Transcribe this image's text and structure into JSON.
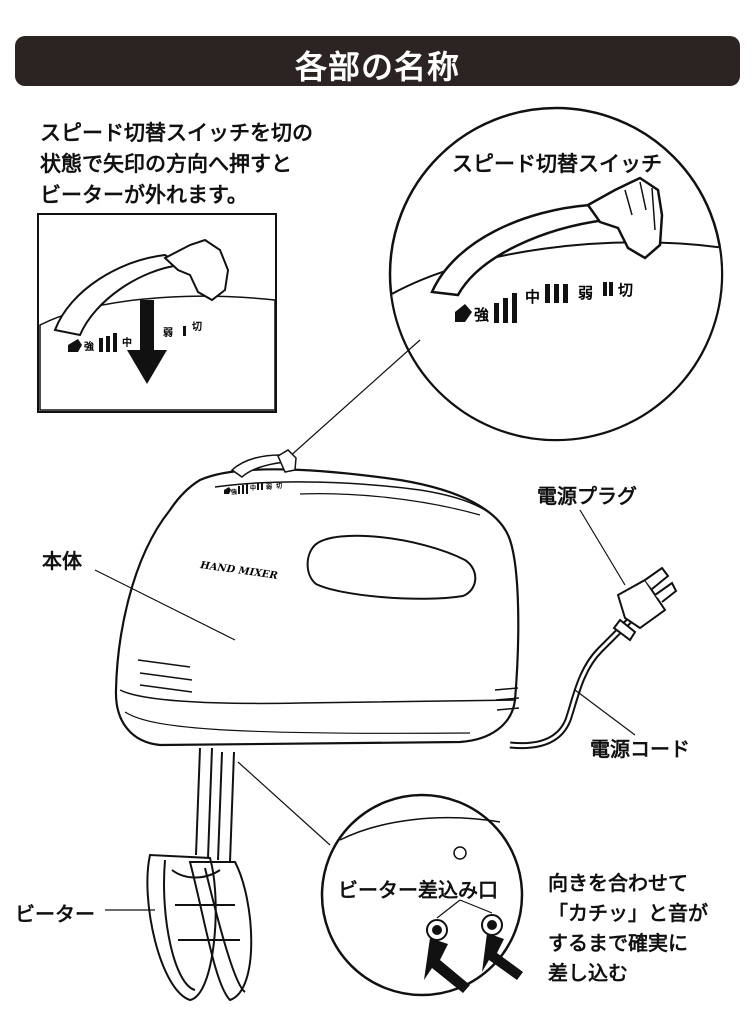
{
  "title": "各部の名称",
  "instruction": {
    "line1": "スピード切替スイッチを切の",
    "line2": "状態で矢印の方向へ押すと",
    "line3": "ビーターが外れます。"
  },
  "labels": {
    "speed_switch": "スピード切替スイッチ",
    "power_plug": "電源プラグ",
    "body": "本体",
    "power_cord": "電源コード",
    "beater": "ビーター",
    "beater_socket": "ビーター差込み口"
  },
  "socket_note": {
    "line1": "向きを合わせて",
    "line2": "「カチッ」と音が",
    "line3": "するまで確実に",
    "line4": "差し込む"
  },
  "speed_scale": {
    "strong": "強",
    "medium": "中",
    "weak": "弱",
    "off": "切"
  },
  "brand": "HAND MIXER"
}
